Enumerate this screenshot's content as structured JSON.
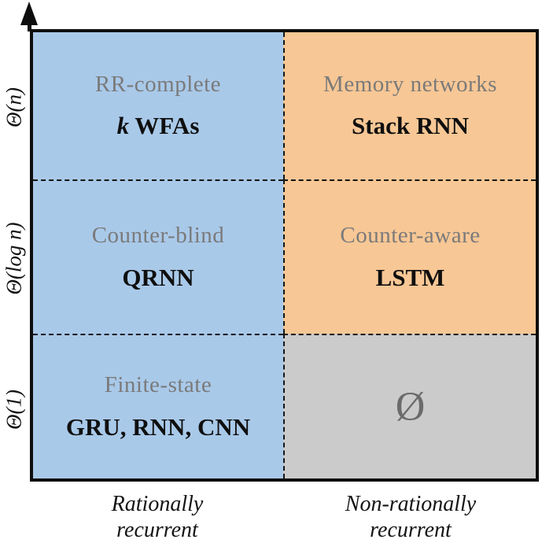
{
  "figure": {
    "title": "rnn-hierarchy-quadrant-diagram",
    "colors": {
      "rational_bg": "#a9c9e9",
      "nonrational_bg": "#f7c795",
      "empty_bg": "#cbcbcb",
      "class_text": "#7a7a7a",
      "model_text": "#0f0f0f",
      "axis_line": "#0e0e0e"
    },
    "y_axis": {
      "labels": [
        {
          "text": "Θ(n)"
        },
        {
          "text": "Θ(log n)"
        },
        {
          "text": "Θ(1)"
        }
      ]
    },
    "x_axis": {
      "labels": [
        {
          "line1": "Rationally",
          "line2": "recurrent"
        },
        {
          "line1": "Non-rationally",
          "line2": "recurrent"
        }
      ]
    },
    "cells": [
      {
        "id": "top-left",
        "class_label": "RR-complete",
        "model_em": "k",
        "model_rest": " WFAs",
        "bg": "#a9c9e9"
      },
      {
        "id": "top-right",
        "class_label": "Memory networks",
        "model_em": "",
        "model_rest": "Stack RNN",
        "bg": "#f7c795"
      },
      {
        "id": "mid-left",
        "class_label": "Counter-blind",
        "model_em": "",
        "model_rest": "QRNN",
        "bg": "#a9c9e9"
      },
      {
        "id": "mid-right",
        "class_label": "Counter-aware",
        "model_em": "",
        "model_rest": "LSTM",
        "bg": "#f7c795"
      },
      {
        "id": "bottom-left",
        "class_label": "Finite-state",
        "model_em": "",
        "model_rest": "GRU, RNN, CNN",
        "bg": "#a9c9e9"
      },
      {
        "id": "bottom-right",
        "empty_symbol": "Ø",
        "bg": "#cbcbcb"
      }
    ]
  }
}
